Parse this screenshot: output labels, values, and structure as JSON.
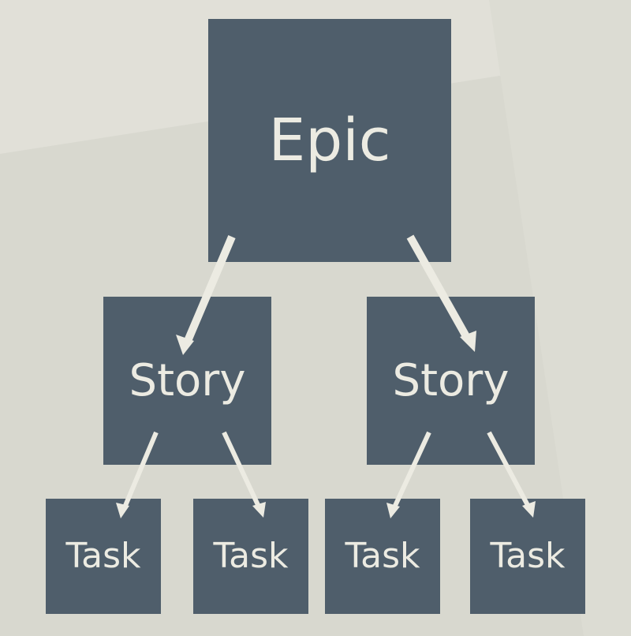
{
  "colors": {
    "background": "#d8d8cf",
    "background_light": "#e1e0d8",
    "box": "#4f5e6b",
    "text": "#ecebe2",
    "arrow": "#ecebe2"
  },
  "diagram": {
    "epic": {
      "label": "Epic"
    },
    "stories": [
      {
        "label": "Story"
      },
      {
        "label": "Story"
      }
    ],
    "tasks": [
      {
        "label": "Task"
      },
      {
        "label": "Task"
      },
      {
        "label": "Task"
      },
      {
        "label": "Task"
      }
    ],
    "edges": [
      {
        "from": "epic",
        "to": "story-1"
      },
      {
        "from": "epic",
        "to": "story-2"
      },
      {
        "from": "story-1",
        "to": "task-1"
      },
      {
        "from": "story-1",
        "to": "task-2"
      },
      {
        "from": "story-2",
        "to": "task-3"
      },
      {
        "from": "story-2",
        "to": "task-4"
      }
    ]
  }
}
